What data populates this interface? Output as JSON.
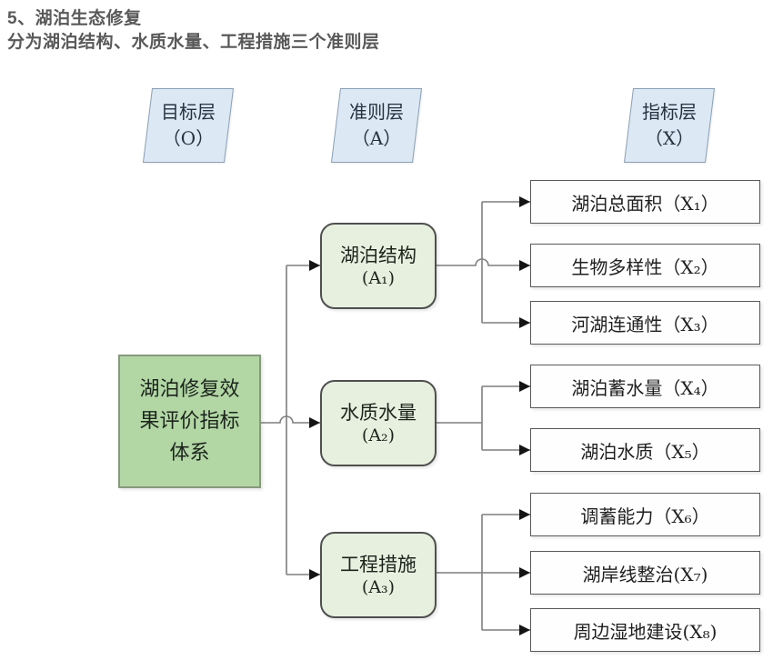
{
  "header": {
    "title": "5、湖泊生态修复",
    "subtitle": "分为湖泊结构、水质水量、工程措施三个准则层"
  },
  "diagram": {
    "layer_headers": [
      {
        "label": "目标层",
        "code": "（O）"
      },
      {
        "label": "准则层",
        "code": "（A）"
      },
      {
        "label": "指标层",
        "code": "（X）"
      }
    ],
    "goal": {
      "lines": [
        "湖泊修复效",
        "果评价指标",
        "体系"
      ]
    },
    "criteria": [
      {
        "label": "湖泊结构",
        "code": "(A₁)"
      },
      {
        "label": "水质水量",
        "code": "(A₂)"
      },
      {
        "label": "工程措施",
        "code": "(A₃)"
      }
    ],
    "indicators": [
      {
        "label": "湖泊总面积（X₁）"
      },
      {
        "label": "生物多样性（X₂）"
      },
      {
        "label": "河湖连通性（X₃）"
      },
      {
        "label": "湖泊蓄水量（X₄）"
      },
      {
        "label": "湖泊水质（X₅）"
      },
      {
        "label": "调蓄能力（X₆）"
      },
      {
        "label": "湖岸线整治(X₇)"
      },
      {
        "label": "周边湿地建设(X₈)"
      }
    ]
  },
  "colors": {
    "title_text": "#595959",
    "layer_header_fill": "#dce8f4",
    "layer_header_border": "#8ba0b5",
    "goal_fill": "#b2d7a5",
    "goal_border": "#87997e",
    "criterion_fill": "#e7f0df",
    "criterion_border": "#4f4f4f",
    "indicator_fill": "#fefefe",
    "indicator_border": "#595959",
    "connector": "#7f7f7f",
    "arrow": "#141414"
  }
}
